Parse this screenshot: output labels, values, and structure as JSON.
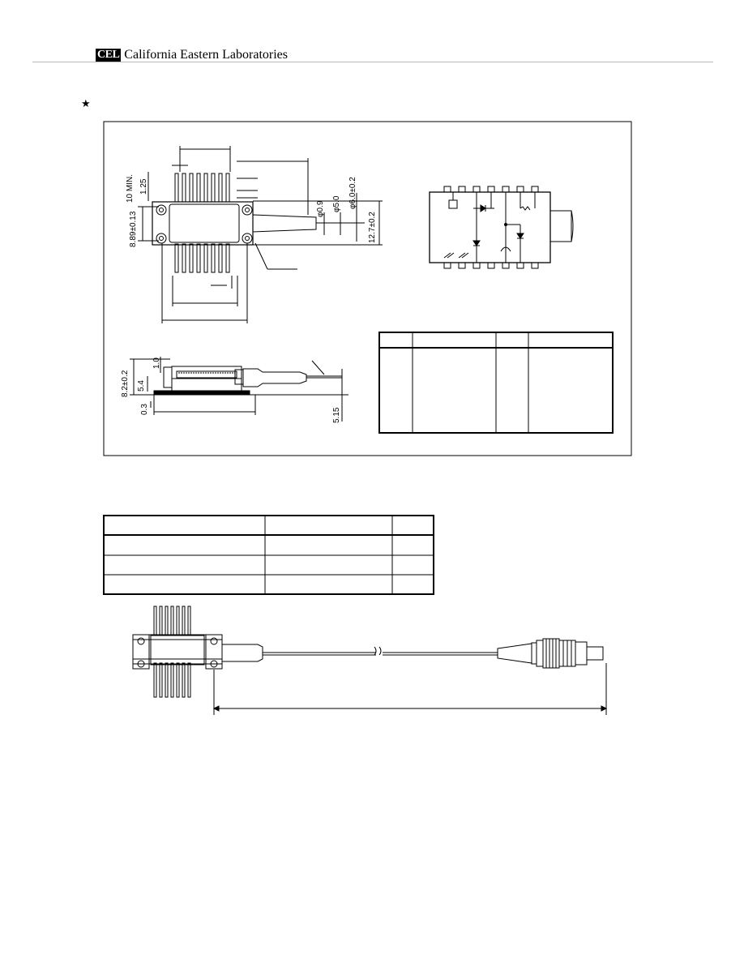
{
  "header": {
    "logo_text": "CEL",
    "company_name": "California Eastern Laboratories"
  },
  "marker": {
    "star": "★"
  },
  "top_view": {
    "dims": {
      "min_lead": "10 MIN.",
      "lead_offset": "1.25",
      "pitch": "8.89±0.13",
      "fiber_dia": "φ0.9",
      "sleeve_dia": "φ5.0",
      "boot_dia": "φ6.0±0.2",
      "flange_height": "12.7±0.2"
    }
  },
  "side_view": {
    "dims": {
      "height": "8.2±0.2",
      "top_offset": "1.0",
      "body_height": "5.4",
      "base": "0.3",
      "fiber_height": "5.15"
    }
  },
  "icons": {
    "laser_diode": "laser-diode-icon",
    "photodiode": "photodiode-icon",
    "thermistor": "thermistor-icon",
    "peltier": "peltier-icon"
  }
}
